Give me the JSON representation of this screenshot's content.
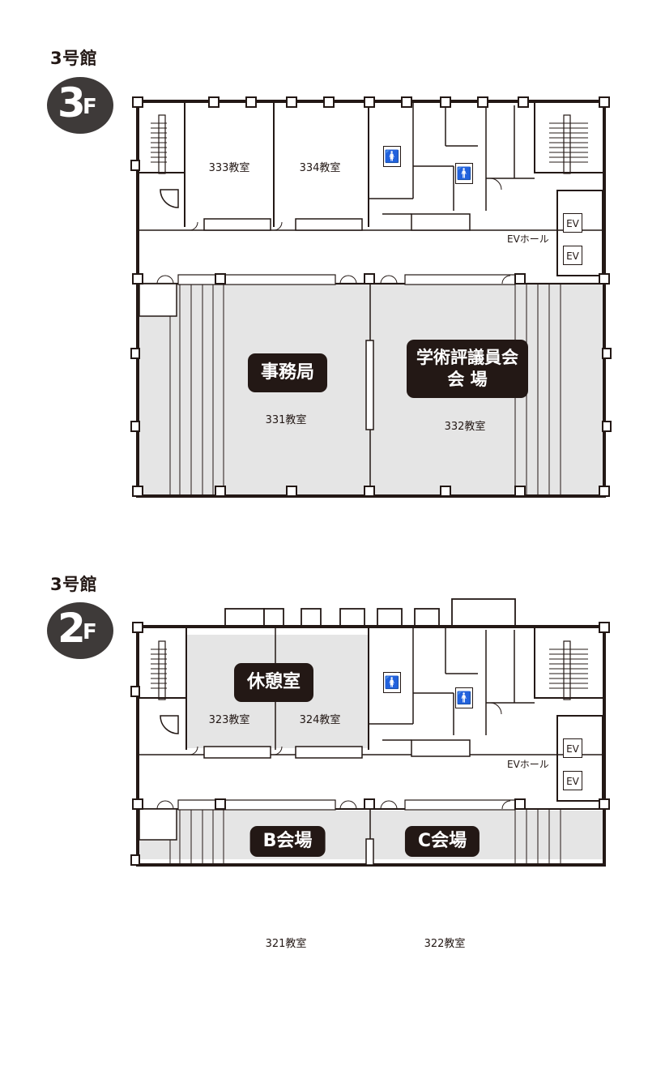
{
  "floors": [
    {
      "building": "3号館",
      "floor_number": "3",
      "floor_suffix": "F",
      "rooms": [
        "333教室",
        "334教室",
        "331教室",
        "332教室"
      ],
      "venues": [
        {
          "lines": [
            "事務局"
          ]
        },
        {
          "lines": [
            "学術評議員会",
            "会 場"
          ]
        }
      ],
      "ev_hall": "EVホール",
      "ev_labels": [
        "EV",
        "EV"
      ]
    },
    {
      "building": "3号館",
      "floor_number": "2",
      "floor_suffix": "F",
      "rooms": [
        "323教室",
        "324教室",
        "321教室",
        "322教室"
      ],
      "venues": [
        {
          "lines": [
            "休憩室"
          ]
        },
        {
          "lines": [
            "B会場"
          ]
        },
        {
          "lines": [
            "C会場"
          ]
        }
      ],
      "ev_hall": "EVホール",
      "ev_labels": [
        "EV",
        "EV"
      ]
    }
  ],
  "colors": {
    "wall": "#231815",
    "room_fill": "#e5e5e5",
    "badge": "#3e3a39",
    "venue_bg": "#231815",
    "venue_text": "#ffffff"
  },
  "icons": [
    "female-restroom-icon",
    "male-restroom-icon",
    "stairs-icon"
  ]
}
